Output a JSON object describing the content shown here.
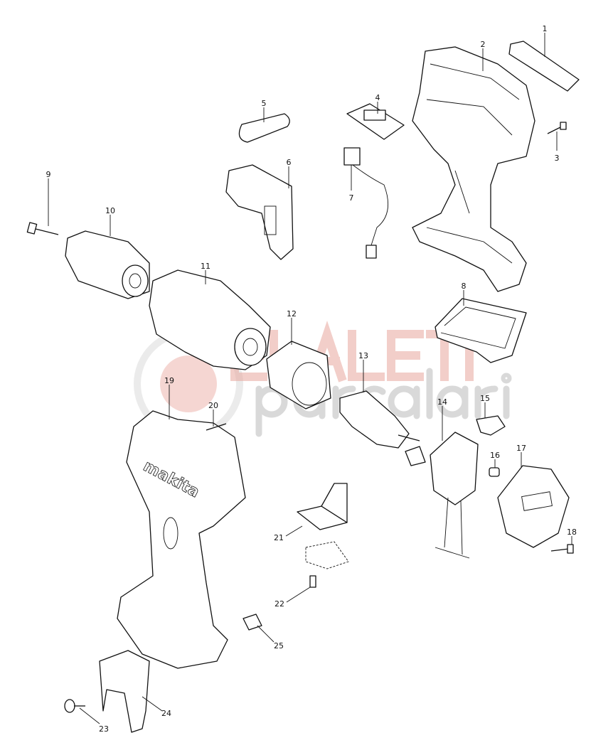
{
  "diagram": {
    "type": "exploded-parts-diagram",
    "brand_on_housing": "makita",
    "watermark": {
      "line1": "ELALETI",
      "line2": "parcalari"
    },
    "parts": [
      {
        "number": "1"
      },
      {
        "number": "2"
      },
      {
        "number": "3"
      },
      {
        "number": "4"
      },
      {
        "number": "5"
      },
      {
        "number": "6"
      },
      {
        "number": "7"
      },
      {
        "number": "8"
      },
      {
        "number": "9"
      },
      {
        "number": "10"
      },
      {
        "number": "11"
      },
      {
        "number": "12"
      },
      {
        "number": "13"
      },
      {
        "number": "14"
      },
      {
        "number": "15"
      },
      {
        "number": "16"
      },
      {
        "number": "17"
      },
      {
        "number": "18"
      },
      {
        "number": "19"
      },
      {
        "number": "20"
      },
      {
        "number": "21"
      },
      {
        "number": "22"
      },
      {
        "number": "23"
      },
      {
        "number": "24"
      },
      {
        "number": "25"
      }
    ]
  }
}
